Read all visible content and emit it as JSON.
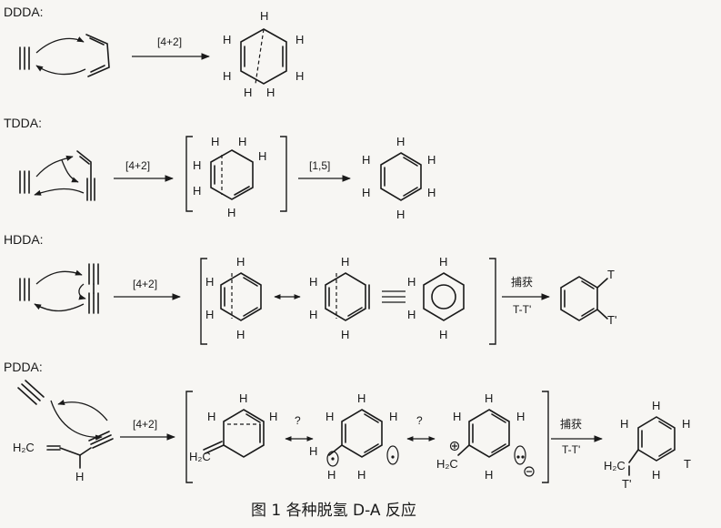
{
  "sections": {
    "dddda": {
      "label": "DDDA:",
      "arrow": "[4+2]"
    },
    "tdda": {
      "label": "TDDA:",
      "arrow1": "[4+2]",
      "arrow2": "[1,5]"
    },
    "hdda": {
      "label": "HDDA:",
      "arrow1": "[4+2]",
      "trap_top": "捕获",
      "trap_bottom": "T-T'"
    },
    "pdda": {
      "label": "PDDA:",
      "arrow1": "[4+2]",
      "question": "?",
      "trap_top": "捕获",
      "trap_bottom": "T-T'"
    }
  },
  "atoms": {
    "H": "H",
    "H2C": "H₂C",
    "T": "T",
    "Tp": "T'"
  },
  "caption": "图 1   各种脱氢 D-A 反应",
  "icons": {
    "resonance": "double-headed-arrow",
    "equivalent": "triple-bar",
    "bracket": "square-bracket"
  }
}
